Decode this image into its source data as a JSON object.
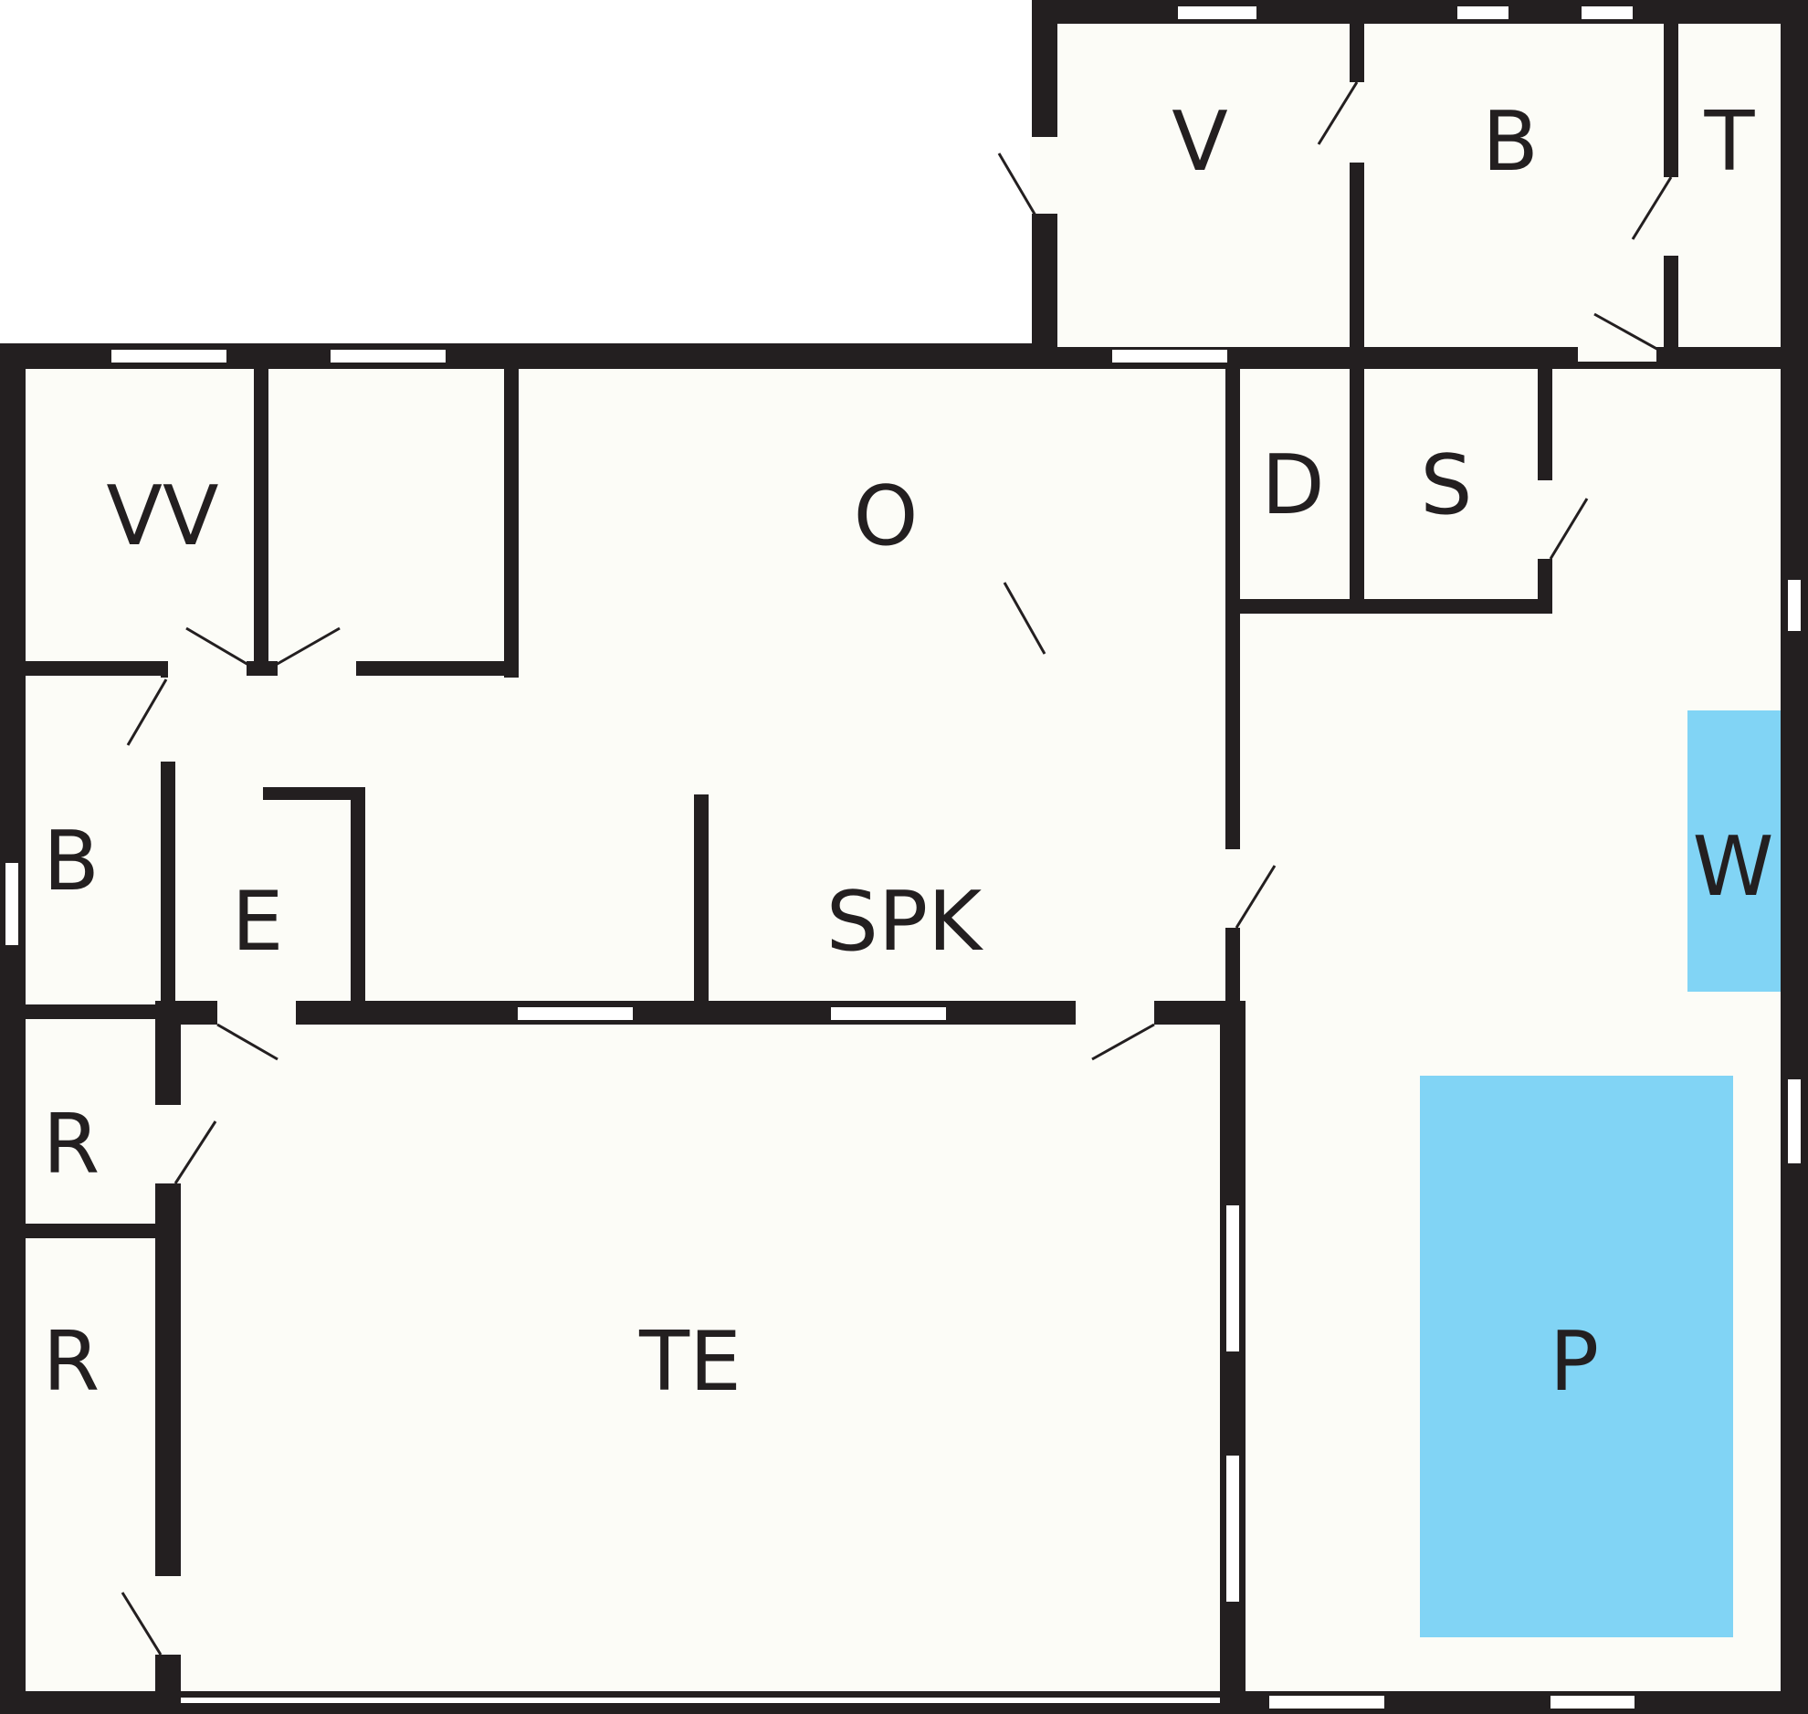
{
  "colors": {
    "wall": "#231f20",
    "floor": "#fcfcf7",
    "water": "#81d4f5",
    "window": "#ffffff"
  },
  "rooms": {
    "v": "V",
    "b_top": "B",
    "t": "T",
    "vv": "VV",
    "o": "O",
    "d": "D",
    "s": "S",
    "b_left": "B",
    "e": "E",
    "spk": "SPK",
    "w": "W",
    "r_upper": "R",
    "r_lower": "R",
    "te": "TE",
    "p": "P"
  }
}
